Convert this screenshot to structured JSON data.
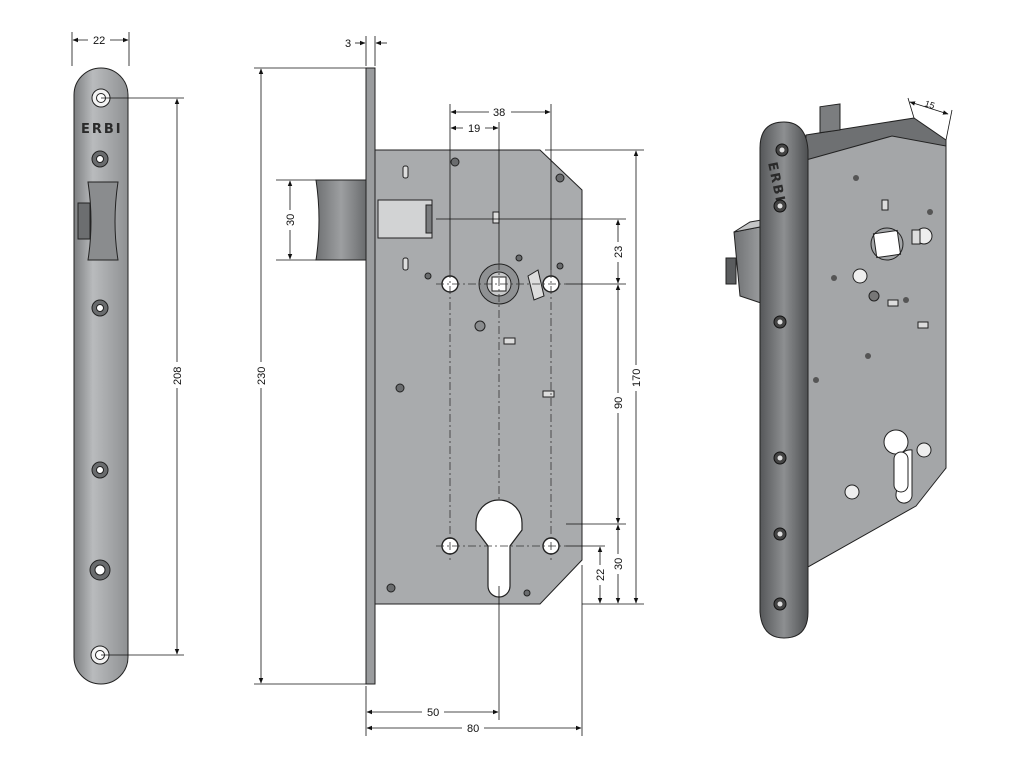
{
  "brand": {
    "logo": "ERBI"
  },
  "dimensions": {
    "faceplate_width": "22",
    "faceplate_screw_span": "208",
    "faceplate_thickness": "3",
    "overall_height": "230",
    "latch_height": "30",
    "handle_to_cylinder_spacing": "38",
    "handle_offset": "19",
    "latch_to_handle": "23",
    "handle_to_cylinder": "90",
    "case_height": "170",
    "cylinder_to_bottom": "22",
    "cylinder_lower": "30",
    "backset": "50",
    "case_depth": "80",
    "iso_plate_thickness": "15"
  },
  "colors": {
    "metal": "#a7a9ab",
    "metal_dark": "#5c5e60",
    "line": "#1a1a1a"
  }
}
